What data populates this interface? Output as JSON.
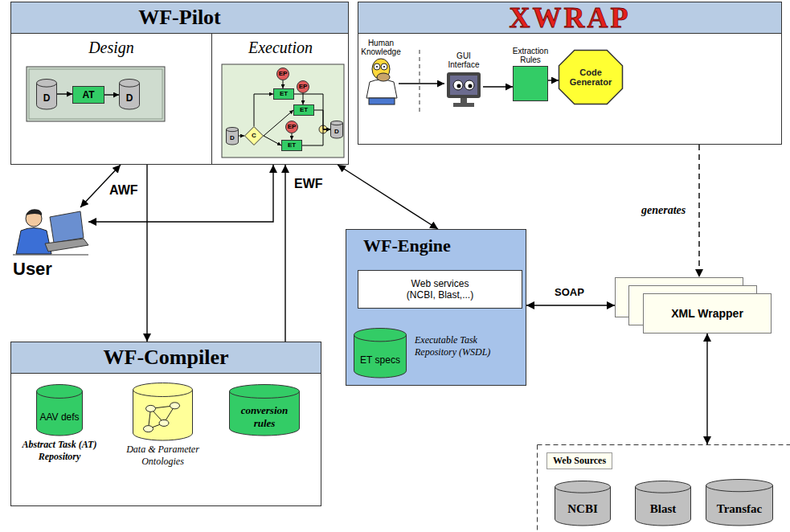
{
  "diagram": {
    "nodes": [
      {
        "text": [
          "WF-Pilot"
        ]
      },
      {
        "text": [
          "Design"
        ],
        "in": 0
      },
      {
        "text": [
          "D"
        ],
        "in": 1
      },
      {
        "text": [
          "AT"
        ],
        "in": 1
      },
      {
        "text": [
          "D"
        ],
        "in": 1
      },
      {
        "text": [
          "Execution"
        ],
        "in": 0
      },
      {
        "text": [
          "D"
        ],
        "in": 5
      },
      {
        "text": [
          "C"
        ],
        "in": 5
      },
      {
        "text": [
          "EP"
        ],
        "in": 5
      },
      {
        "text": [
          "EP"
        ],
        "in": 5
      },
      {
        "text": [
          "EP"
        ],
        "in": 5
      },
      {
        "text": [
          "ET"
        ],
        "in": 5
      },
      {
        "text": [
          "ET"
        ],
        "in": 5
      },
      {
        "text": [
          "ET"
        ],
        "in": 5
      },
      {
        "text": [
          "D"
        ],
        "in": 5
      },
      {
        "text": [
          "XWRAP"
        ]
      },
      {
        "text": [
          "Human Knowledge"
        ],
        "in": 15
      },
      {
        "text": [
          "GUI Interface"
        ],
        "in": 15
      },
      {
        "text": [
          "Extraction Rules"
        ],
        "in": 15
      },
      {
        "text": [
          "Code Generator"
        ],
        "in": 15
      },
      {
        "text": [
          "User"
        ]
      },
      {
        "text": [
          "WF-Compiler"
        ]
      },
      {
        "text": [
          "AAV defs",
          "Abstract Task (AT) Repository"
        ],
        "in": 21
      },
      {
        "text": [
          "Data & Parameter Ontologies"
        ],
        "in": 21
      },
      {
        "text": [
          "conversion rules"
        ],
        "in": 21
      },
      {
        "text": [
          "WF-Engine"
        ]
      },
      {
        "text": [
          "Web services (NCBI, Blast,...)"
        ],
        "in": 25
      },
      {
        "text": [
          "ET specs",
          "Executable Task Repository (WSDL)"
        ],
        "in": 25
      },
      {
        "text": [
          "XML Wrapper"
        ]
      },
      {
        "text": [
          "Web Sources"
        ]
      },
      {
        "text": [
          "NCBI"
        ],
        "in": 29
      },
      {
        "text": [
          "Blast"
        ],
        "in": 29
      },
      {
        "text": [
          "Transfac"
        ],
        "in": 29
      }
    ],
    "edges": [
      {
        "from": 2,
        "to": 3,
        "arrow": "to"
      },
      {
        "from": 3,
        "to": 4,
        "arrow": "to"
      },
      {
        "from": 6,
        "to": 7,
        "arrow": "to"
      },
      {
        "from": 7,
        "to": 11,
        "arrow": "to"
      },
      {
        "from": 7,
        "to": 12,
        "arrow": "to"
      },
      {
        "from": 7,
        "to": 13,
        "arrow": "to"
      },
      {
        "from": 8,
        "to": 11,
        "arrow": "to"
      },
      {
        "from": 9,
        "to": 12,
        "arrow": "to"
      },
      {
        "from": 10,
        "to": 13,
        "arrow": "to"
      },
      {
        "from": 11,
        "to": 14,
        "arrow": "to"
      },
      {
        "from": 12,
        "to": 14,
        "arrow": "to"
      },
      {
        "from": 13,
        "to": 14,
        "arrow": "to"
      },
      {
        "from": 16,
        "to": 17,
        "arrow": "to"
      },
      {
        "from": 17,
        "to": 18,
        "arrow": "to"
      },
      {
        "from": 18,
        "to": 19,
        "arrow": "to"
      },
      {
        "from": 20,
        "to": 0,
        "label": "AWF",
        "arrow": "both"
      },
      {
        "from": 5,
        "to": 20,
        "label": "EWF",
        "arrow": "both"
      },
      {
        "from": 0,
        "to": 21,
        "arrow": "to"
      },
      {
        "from": 21,
        "to": 5,
        "arrow": "to"
      },
      {
        "from": 0,
        "to": 25,
        "arrow": "both"
      },
      {
        "from": 25,
        "to": 28,
        "label": "SOAP",
        "arrow": "both"
      },
      {
        "from": 15,
        "to": 28,
        "label": "generates",
        "arrow": "to"
      },
      {
        "from": 28,
        "to": 29,
        "arrow": "both"
      }
    ]
  }
}
